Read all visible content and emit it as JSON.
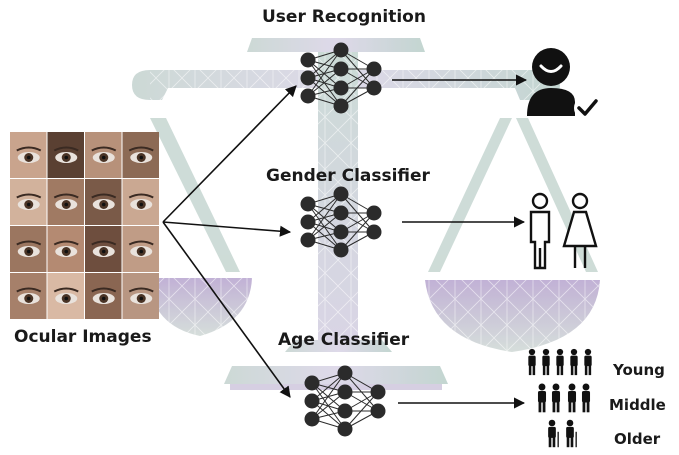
{
  "labels": {
    "user_recognition": "User Recognition",
    "gender_classifier": "Gender Classifier",
    "age_classifier": "Age Classifier",
    "ocular_images": "Ocular Images"
  },
  "age_groups": [
    "Young",
    "Middle",
    "Older"
  ],
  "icons": {
    "user": "user-check-icon",
    "gender": "male-female-icon",
    "age": "people-silhouettes-icon",
    "balance": "balance-scale-icon",
    "network": "neural-network-icon"
  },
  "colors": {
    "node": "#2b2b2b",
    "scale_tint": "#c9d8d4",
    "scale_purple": "#b9a6d2",
    "arrow": "#111111"
  }
}
